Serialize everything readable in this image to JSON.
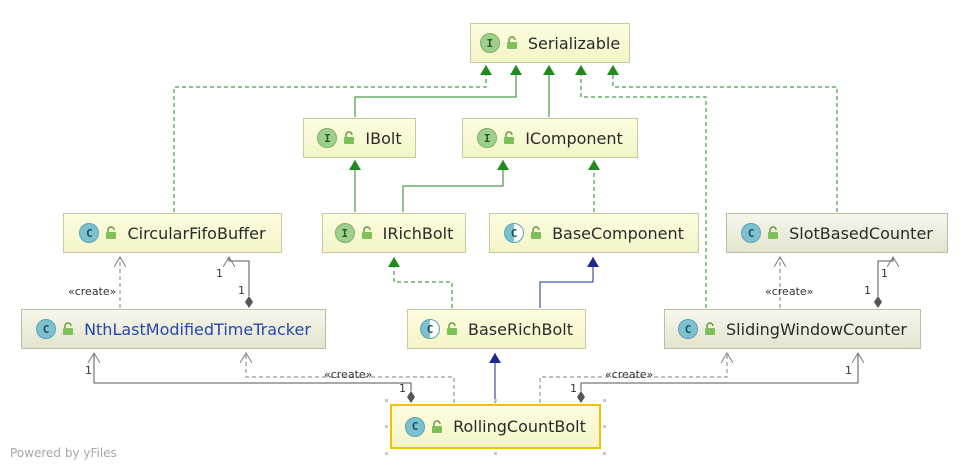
{
  "nodes": {
    "serializable": {
      "name": "Serializable",
      "badge": "I"
    },
    "ibolt": {
      "name": "IBolt",
      "badge": "I"
    },
    "icomponent": {
      "name": "IComponent",
      "badge": "I"
    },
    "circular_fifo_buffer": {
      "name": "CircularFifoBuffer",
      "badge": "C"
    },
    "irichbolt": {
      "name": "IRichBolt",
      "badge": "I"
    },
    "base_component": {
      "name": "BaseComponent",
      "badge": "C"
    },
    "slot_based_counter": {
      "name": "SlotBasedCounter",
      "badge": "C"
    },
    "nth_last_modified": {
      "name": "NthLastModifiedTimeTracker",
      "badge": "C"
    },
    "base_rich_bolt": {
      "name": "BaseRichBolt",
      "badge": "C"
    },
    "sliding_window_counter": {
      "name": "SlidingWindowCounter",
      "badge": "C"
    },
    "rolling_count_bolt": {
      "name": "RollingCountBolt",
      "badge": "C"
    }
  },
  "edge_labels": {
    "create_left": "«create»",
    "create_right_top": "«create»",
    "create_mid_left": "«create»",
    "create_mid_right": "«create»",
    "mult_one": "1"
  },
  "colors": {
    "interface_edge": "#1f8a1f",
    "class_edge": "#1c2a8c",
    "dependency_edge": "#7f7f7f",
    "composition_diamond": "#555555",
    "selected_border": "#f2c200"
  },
  "footer": "Powered by yFiles"
}
